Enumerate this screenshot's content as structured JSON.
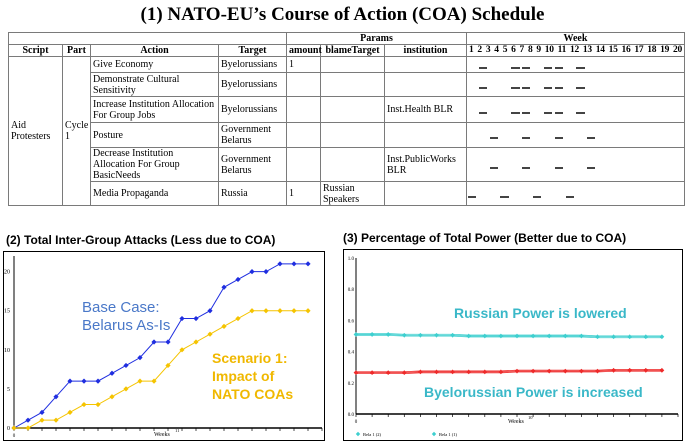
{
  "title": "(1) NATO-EU’s Course of Action (COA) Schedule",
  "table": {
    "group_headers": {
      "params": "Params",
      "week": "Week"
    },
    "columns": [
      "Script",
      "Part",
      "Action",
      "Target",
      "amount",
      "blameTarget",
      "institution"
    ],
    "week_numbers": [
      "1",
      "2",
      "3",
      "4",
      "5",
      "6",
      "7",
      "8",
      "9",
      "10",
      "11",
      "12",
      "13",
      "14",
      "15",
      "16",
      "17",
      "18",
      "19",
      "20"
    ],
    "script": "Aid Protesters",
    "part": "Cycle 1",
    "rows": [
      {
        "action": "Give Economy",
        "target": "Byelorussians",
        "amount": "1",
        "blame": "",
        "institution": "",
        "weeks": [
          2,
          5,
          6,
          8,
          9,
          11
        ]
      },
      {
        "action": "Demonstrate Cultural Sensitivity",
        "target": "Byelorussians",
        "amount": "",
        "blame": "",
        "institution": "",
        "weeks": [
          2,
          5,
          6,
          8,
          9,
          11
        ]
      },
      {
        "action": "Increase Institution Allocation For Group Jobs",
        "target": "Byelorussians",
        "amount": "",
        "blame": "",
        "institution": "Inst.Health BLR",
        "weeks": [
          2,
          5,
          6,
          8,
          9,
          11
        ]
      },
      {
        "action": "Posture",
        "target": "Government Belarus",
        "amount": "",
        "blame": "",
        "institution": "",
        "weeks": [
          3,
          6,
          9,
          12
        ]
      },
      {
        "action": "Decrease Institution Allocation For Group BasicNeeds",
        "target": "Government Belarus",
        "amount": "",
        "blame": "",
        "institution": "Inst.PublicWorks BLR",
        "weeks": [
          3,
          6,
          9,
          12
        ]
      },
      {
        "action": "Media Propaganda",
        "target": "Russia",
        "amount": "1",
        "blame": "Russian Speakers",
        "institution": "",
        "weeks": [
          1,
          4,
          7,
          10
        ]
      }
    ]
  },
  "chart_attacks": {
    "heading": "(2) Total Inter-Group Attacks (Less due to COA)",
    "xlabel": "Weeks",
    "x_tick_labels": [
      "0",
      "11"
    ],
    "y_tick_labels": [
      "0",
      "5",
      "10",
      "15",
      "20"
    ],
    "annotation_base": [
      "Base Case:",
      "Belarus As-Is"
    ],
    "annotation_scenario": [
      "Scenario 1:",
      "Impact of",
      "NATO COAs"
    ]
  },
  "chart_power": {
    "heading": "(3) Percentage of Total Power (Better due to COA)",
    "xlabel": "Weeks",
    "x_tick_labels": [
      "0",
      "10"
    ],
    "y_tick_labels": [
      "0.0",
      "0.2",
      "0.4",
      "0.6",
      "0.8",
      "1.0"
    ],
    "annotation_russian": "Russian Power is lowered",
    "annotation_byelorussian": "Byelorussian Power is increased",
    "legend": [
      "Bela 1 (2)",
      "Bela 1 (1)"
    ]
  },
  "colors": {
    "blue": "#1f2ee0",
    "yellow": "#f5c400",
    "cyan": "#3ecfcf",
    "red": "#ee2a2a",
    "label_blue": "#4a78c8",
    "label_yellow": "#f0b800",
    "label_cyan": "#3ab8c8"
  },
  "chart_data": [
    {
      "type": "line",
      "title": "(2) Total Inter-Group Attacks (Less due to COA)",
      "xlabel": "Weeks",
      "ylabel": "",
      "xlim": [
        0,
        22
      ],
      "ylim": [
        0,
        22
      ],
      "x": [
        0,
        1,
        2,
        3,
        4,
        5,
        6,
        7,
        8,
        9,
        10,
        11,
        12,
        13,
        14,
        15,
        16,
        17,
        18,
        19,
        20,
        21
      ],
      "series": [
        {
          "name": "Base Case: Belarus As-Is",
          "color": "#1f2ee0",
          "values": [
            0,
            1,
            2,
            4,
            6,
            6,
            6,
            7,
            8,
            9,
            11,
            11,
            14,
            14,
            15,
            18,
            19,
            20,
            20,
            21,
            21,
            21
          ]
        },
        {
          "name": "Scenario 1: Impact of NATO COAs",
          "color": "#f5c400",
          "values": [
            0,
            0,
            1,
            1,
            2,
            3,
            3,
            4,
            5,
            6,
            6,
            8,
            10,
            11,
            12,
            13,
            14,
            15,
            15,
            15,
            15,
            15
          ]
        }
      ]
    },
    {
      "type": "line",
      "title": "(3) Percentage of Total Power (Better due to COA)",
      "xlabel": "Weeks",
      "ylabel": "",
      "xlim": [
        0,
        20
      ],
      "ylim": [
        0,
        1
      ],
      "x": [
        0,
        1,
        2,
        3,
        4,
        5,
        6,
        7,
        8,
        9,
        10,
        11,
        12,
        13,
        14,
        15,
        16,
        17,
        18,
        19
      ],
      "series": [
        {
          "name": "Russian Power",
          "color": "#3ecfcf",
          "values": [
            0.51,
            0.51,
            0.51,
            0.505,
            0.505,
            0.505,
            0.505,
            0.5,
            0.5,
            0.5,
            0.5,
            0.5,
            0.5,
            0.5,
            0.5,
            0.495,
            0.495,
            0.495,
            0.495,
            0.495
          ]
        },
        {
          "name": "Byelorussian Power",
          "color": "#ee2a2a",
          "values": [
            0.265,
            0.265,
            0.265,
            0.265,
            0.27,
            0.27,
            0.27,
            0.27,
            0.27,
            0.27,
            0.275,
            0.275,
            0.275,
            0.275,
            0.275,
            0.275,
            0.28,
            0.28,
            0.28,
            0.28
          ]
        }
      ]
    }
  ]
}
